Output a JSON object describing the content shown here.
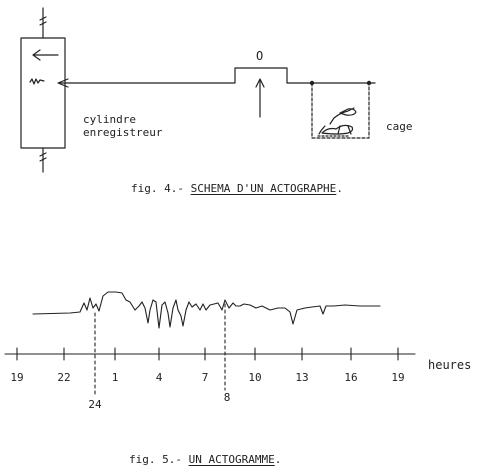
{
  "fig4": {
    "drum_label_line1": "cylindre",
    "drum_label_line2": "enregistreur",
    "lever_label": "O",
    "cage_label": "cage",
    "caption_prefix": "fig. 4.- ",
    "caption_title": "SCHEMA D'UN ACTOGRAPHE",
    "caption_suffix": "."
  },
  "fig5": {
    "axis_unit": "heures",
    "ticks": [
      "19",
      "22",
      "1",
      "4",
      "7",
      "10",
      "13",
      "16",
      "19"
    ],
    "markers": [
      "24",
      "8"
    ],
    "caption_prefix": "fig. 5.- ",
    "caption_title": "UN ACTOGRAMME",
    "caption_suffix": "."
  },
  "colors": {
    "ink": "#222222",
    "background": "#ffffff"
  }
}
